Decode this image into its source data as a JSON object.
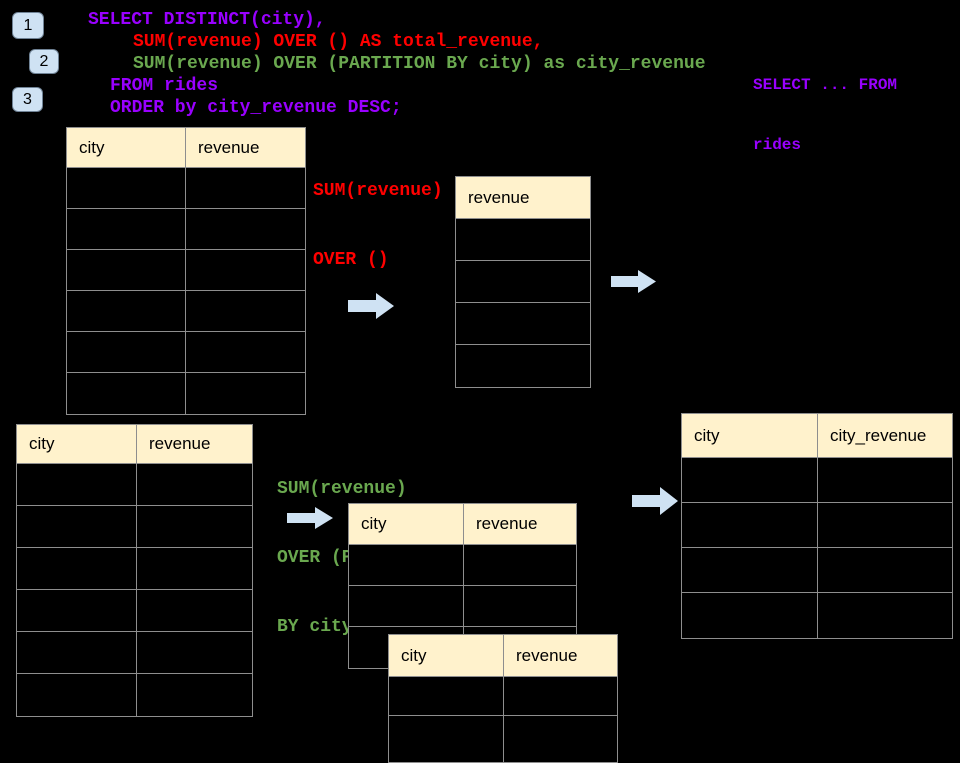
{
  "colors": {
    "purple": "#9900ff",
    "red": "#ff0000",
    "green": "#6aa84f",
    "header_fill": "#fff2cc",
    "table_border": "#8e8e8e",
    "arrow_fill": "#cfe2f3",
    "badge_fill": "#cfe2f3",
    "background": "#000000"
  },
  "badges": [
    {
      "label": "1"
    },
    {
      "label": "2"
    },
    {
      "label": "3"
    }
  ],
  "sql_code": {
    "line1": "SELECT DISTINCT(city),",
    "line2": "SUM(revenue) OVER () AS total_revenue,",
    "line3": "SUM(revenue) OVER (PARTITION BY city) as city_revenue",
    "line4": "FROM rides",
    "line5": "ORDER by city_revenue DESC;"
  },
  "side_note": {
    "line1": "SELECT ... FROM",
    "line2": "rides"
  },
  "labels": {
    "total_revenue": {
      "line1": "SUM(revenue)",
      "line2": "OVER ()"
    },
    "partition": {
      "line1": "SUM(revenue)",
      "line2": "OVER (PARTITION",
      "line3": "BY city)"
    }
  },
  "tables": {
    "source_top": {
      "columns": [
        "city",
        "revenue"
      ],
      "body_rows": 6
    },
    "total_result": {
      "columns": [
        "revenue"
      ],
      "body_rows": 4
    },
    "source_bottom": {
      "columns": [
        "city",
        "revenue"
      ],
      "body_rows": 6
    },
    "partition_a": {
      "columns": [
        "city",
        "revenue"
      ],
      "body_rows": 3
    },
    "partition_b": {
      "columns": [
        "city",
        "revenue"
      ],
      "body_rows": 2
    },
    "result": {
      "columns": [
        "city",
        "city_revenue"
      ],
      "body_rows": 4
    }
  }
}
